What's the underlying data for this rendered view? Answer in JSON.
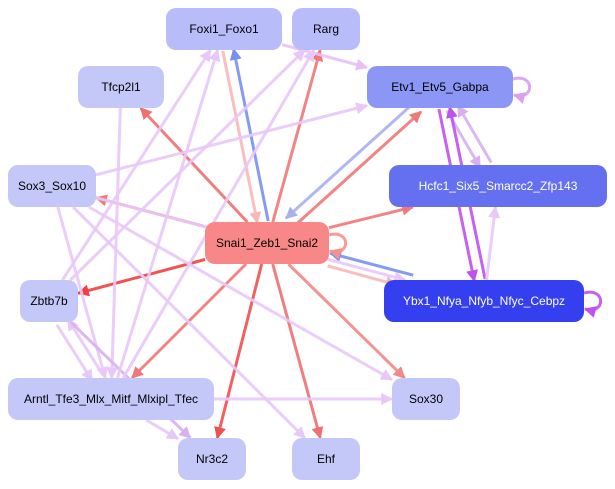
{
  "diagram": {
    "type": "directed-network",
    "nodes": [
      {
        "id": "foxi1",
        "label": "Foxi1_Foxo1",
        "fill": "#b8bcf8",
        "text_color": "#000000"
      },
      {
        "id": "rarg",
        "label": "Rarg",
        "fill": "#b8bcf8",
        "text_color": "#000000"
      },
      {
        "id": "tfcp2l1",
        "label": "Tfcp2l1",
        "fill": "#c4c8f8",
        "text_color": "#000000"
      },
      {
        "id": "etv1",
        "label": "Etv1_Etv5_Gabpa",
        "fill": "#8c96f4",
        "text_color": "#000000"
      },
      {
        "id": "sox3",
        "label": "Sox3_Sox10",
        "fill": "#c4c8f8",
        "text_color": "#000000"
      },
      {
        "id": "hcfc1",
        "label": "Hcfc1_Six5_Smarcc2_Zfp143",
        "fill": "#6470f0",
        "text_color": "#ffffff"
      },
      {
        "id": "snai1",
        "label": "Snai1_Zeb1_Snai2",
        "fill": "#f88888",
        "text_color": "#000000"
      },
      {
        "id": "zbtb7b",
        "label": "Zbtb7b",
        "fill": "#c4c8f8",
        "text_color": "#000000"
      },
      {
        "id": "ybx1",
        "label": "Ybx1_Nfya_Nfyb_Nfyc_Cebpz",
        "fill": "#3440f0",
        "text_color": "#ffffff"
      },
      {
        "id": "arntl",
        "label": "Arntl_Tfe3_Mlx_Mitf_Mlxipl_Tfec",
        "fill": "#c4c8f8",
        "text_color": "#000000"
      },
      {
        "id": "sox30",
        "label": "Sox30",
        "fill": "#c4c8f8",
        "text_color": "#000000"
      },
      {
        "id": "nr3c2",
        "label": "Nr3c2",
        "fill": "#c4c8f8",
        "text_color": "#000000"
      },
      {
        "id": "ehf",
        "label": "Ehf",
        "fill": "#c4c8f8",
        "text_color": "#000000"
      }
    ],
    "edges": [
      {
        "from": "snai1",
        "to": "foxi1",
        "color": "#7890f0"
      },
      {
        "from": "foxi1",
        "to": "snai1",
        "color": "#f8b8b8"
      },
      {
        "from": "snai1",
        "to": "rarg",
        "color": "#f07878"
      },
      {
        "from": "snai1",
        "to": "tfcp2l1",
        "color": "#f07070"
      },
      {
        "from": "snai1",
        "to": "sox3",
        "color": "#f07878"
      },
      {
        "from": "snai1",
        "to": "etv1",
        "color": "#f07878"
      },
      {
        "from": "etv1",
        "to": "snai1",
        "color": "#a8b0f0"
      },
      {
        "from": "snai1",
        "to": "hcfc1",
        "color": "#f07878"
      },
      {
        "from": "snai1",
        "to": "ybx1",
        "color": "#f8b8b8"
      },
      {
        "from": "ybx1",
        "to": "snai1",
        "color": "#7890f0"
      },
      {
        "from": "snai1",
        "to": "zbtb7b",
        "color": "#f04040"
      },
      {
        "from": "snai1",
        "to": "arntl",
        "color": "#f07878"
      },
      {
        "from": "snai1",
        "to": "nr3c2",
        "color": "#f05050"
      },
      {
        "from": "snai1",
        "to": "ehf",
        "color": "#f07070"
      },
      {
        "from": "snai1",
        "to": "sox30",
        "color": "#f08888"
      },
      {
        "from": "snai1",
        "to": "snai1",
        "color": "#f89090"
      },
      {
        "from": "foxi1",
        "to": "etv1",
        "color": "#e8c0f8"
      },
      {
        "from": "etv1",
        "to": "etv1",
        "color": "#d8a0f0"
      },
      {
        "from": "etv1",
        "to": "hcfc1",
        "color": "#d8b0f0"
      },
      {
        "from": "hcfc1",
        "to": "etv1",
        "color": "#d8b0f0"
      },
      {
        "from": "etv1",
        "to": "ybx1",
        "color": "#c050f0"
      },
      {
        "from": "ybx1",
        "to": "etv1",
        "color": "#c050f0"
      },
      {
        "from": "ybx1",
        "to": "hcfc1",
        "color": "#e8c8f8"
      },
      {
        "from": "ybx1",
        "to": "ybx1",
        "color": "#c050f0"
      },
      {
        "from": "sox3",
        "to": "etv1",
        "color": "#e8c8f8"
      },
      {
        "from": "sox3",
        "to": "ybx1",
        "color": "#e8c8f8"
      },
      {
        "from": "sox3",
        "to": "sox30",
        "color": "#e8c8f8"
      },
      {
        "from": "sox3",
        "to": "arntl",
        "color": "#e8c8f8"
      },
      {
        "from": "tfcp2l1",
        "to": "arntl",
        "color": "#e8c8f8"
      },
      {
        "from": "zbtb7b",
        "to": "arntl",
        "color": "#e8c8f8"
      },
      {
        "from": "arntl",
        "to": "zbtb7b",
        "color": "#e8c8f8"
      },
      {
        "from": "zbtb7b",
        "to": "nr3c2",
        "color": "#d8b0f0"
      },
      {
        "from": "zbtb7b",
        "to": "foxi1",
        "color": "#e8c8f8"
      },
      {
        "from": "zbtb7b",
        "to": "rarg",
        "color": "#e8c8f8"
      },
      {
        "from": "arntl",
        "to": "foxi1",
        "color": "#e8c8f8"
      },
      {
        "from": "arntl",
        "to": "rarg",
        "color": "#e8c8f8"
      },
      {
        "from": "arntl",
        "to": "sox30",
        "color": "#e8c8f8"
      },
      {
        "from": "arntl",
        "to": "nr3c2",
        "color": "#e8c8f8"
      },
      {
        "from": "sox3",
        "to": "ehf",
        "color": "#e8c8f8"
      }
    ]
  }
}
